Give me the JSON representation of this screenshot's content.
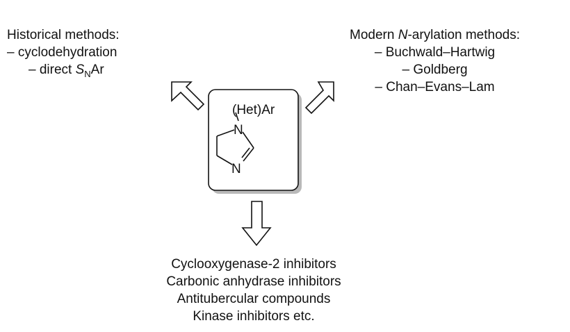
{
  "historical": {
    "heading": "Historical methods:",
    "items": [
      "– cyclodehydration",
      "– direct ",
      "S",
      "N",
      "Ar"
    ]
  },
  "modern": {
    "heading_pre": "Modern ",
    "heading_italic": "N",
    "heading_post": "-arylation methods:",
    "items": [
      "– Buchwald–Hartwig",
      "– Goldberg",
      "– Chan–Evans–Lam"
    ]
  },
  "structure": {
    "substituent": "(Het)Ar",
    "n1": "N",
    "n3": "N"
  },
  "applications": [
    "Cyclooxygenase-2 inhibitors",
    "Carbonic anhydrase inhibitors",
    "Antitubercular compounds",
    "Kinase inhibitors etc."
  ]
}
